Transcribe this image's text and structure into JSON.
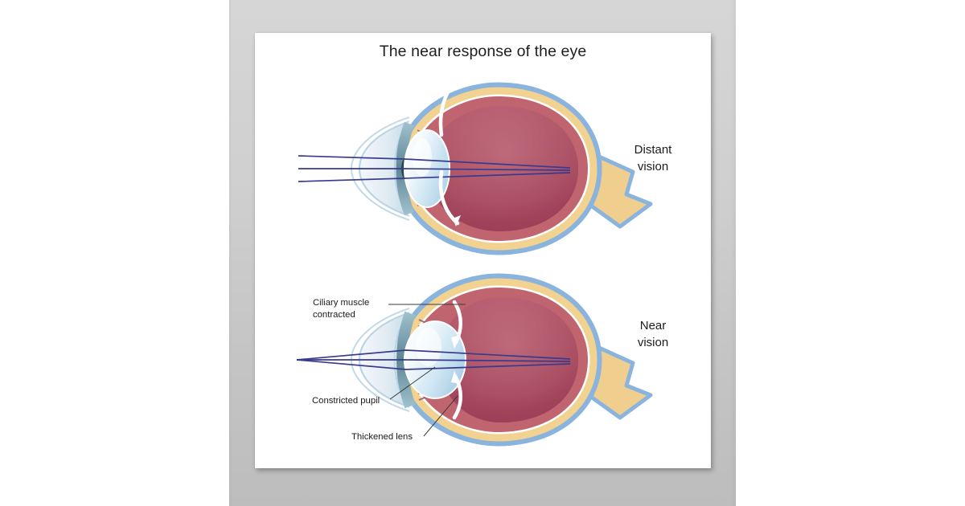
{
  "poster": {
    "title": "The near response of the eye",
    "background_color": "#ffffff",
    "backdrop_color": "#cccccc"
  },
  "palette": {
    "sclera_blue": "#8ab4dd",
    "sclera_fill": "#ffffff",
    "choroid_yellow": "#f2d291",
    "retina_red": "#c0656f",
    "vitreous_top": "#bd6a7c",
    "vitreous_bottom": "#a0435a",
    "cornea_blue": "#cfe1ee",
    "lens_white": "#ffffff",
    "lens_blue": "#bcd9ec",
    "iris_teal": "#5f8a9b",
    "pupil_dark": "#2b4350",
    "ray_blue": "#3a3a8c",
    "arrow_white": "#ffffff",
    "text_dark": "#1d1c1c",
    "leader_line": "#3a3a3a"
  },
  "diagrams": [
    {
      "id": "distant-vision",
      "side_label": "Distant\nvision",
      "side_label_line1": "Distant",
      "side_label_line2": "vision",
      "ray_type": "parallel",
      "ray_count": 3,
      "lens_state": "flattened",
      "ciliary_state": "relaxed",
      "arrow_direction": "outward"
    },
    {
      "id": "near-vision",
      "side_label": "Near\nvision",
      "side_label_line1": "Near",
      "side_label_line2": "vision",
      "ray_type": "converging",
      "ray_count": 3,
      "lens_state": "thickened",
      "ciliary_state": "contracted",
      "arrow_direction": "inward"
    }
  ],
  "callouts": [
    {
      "id": "ciliary-muscle",
      "line1": "Ciliary muscle",
      "line2": "contracted"
    },
    {
      "id": "constricted-pupil",
      "line1": "Constricted pupil",
      "line2": ""
    },
    {
      "id": "thickened-lens",
      "line1": "Thickened lens",
      "line2": ""
    }
  ]
}
